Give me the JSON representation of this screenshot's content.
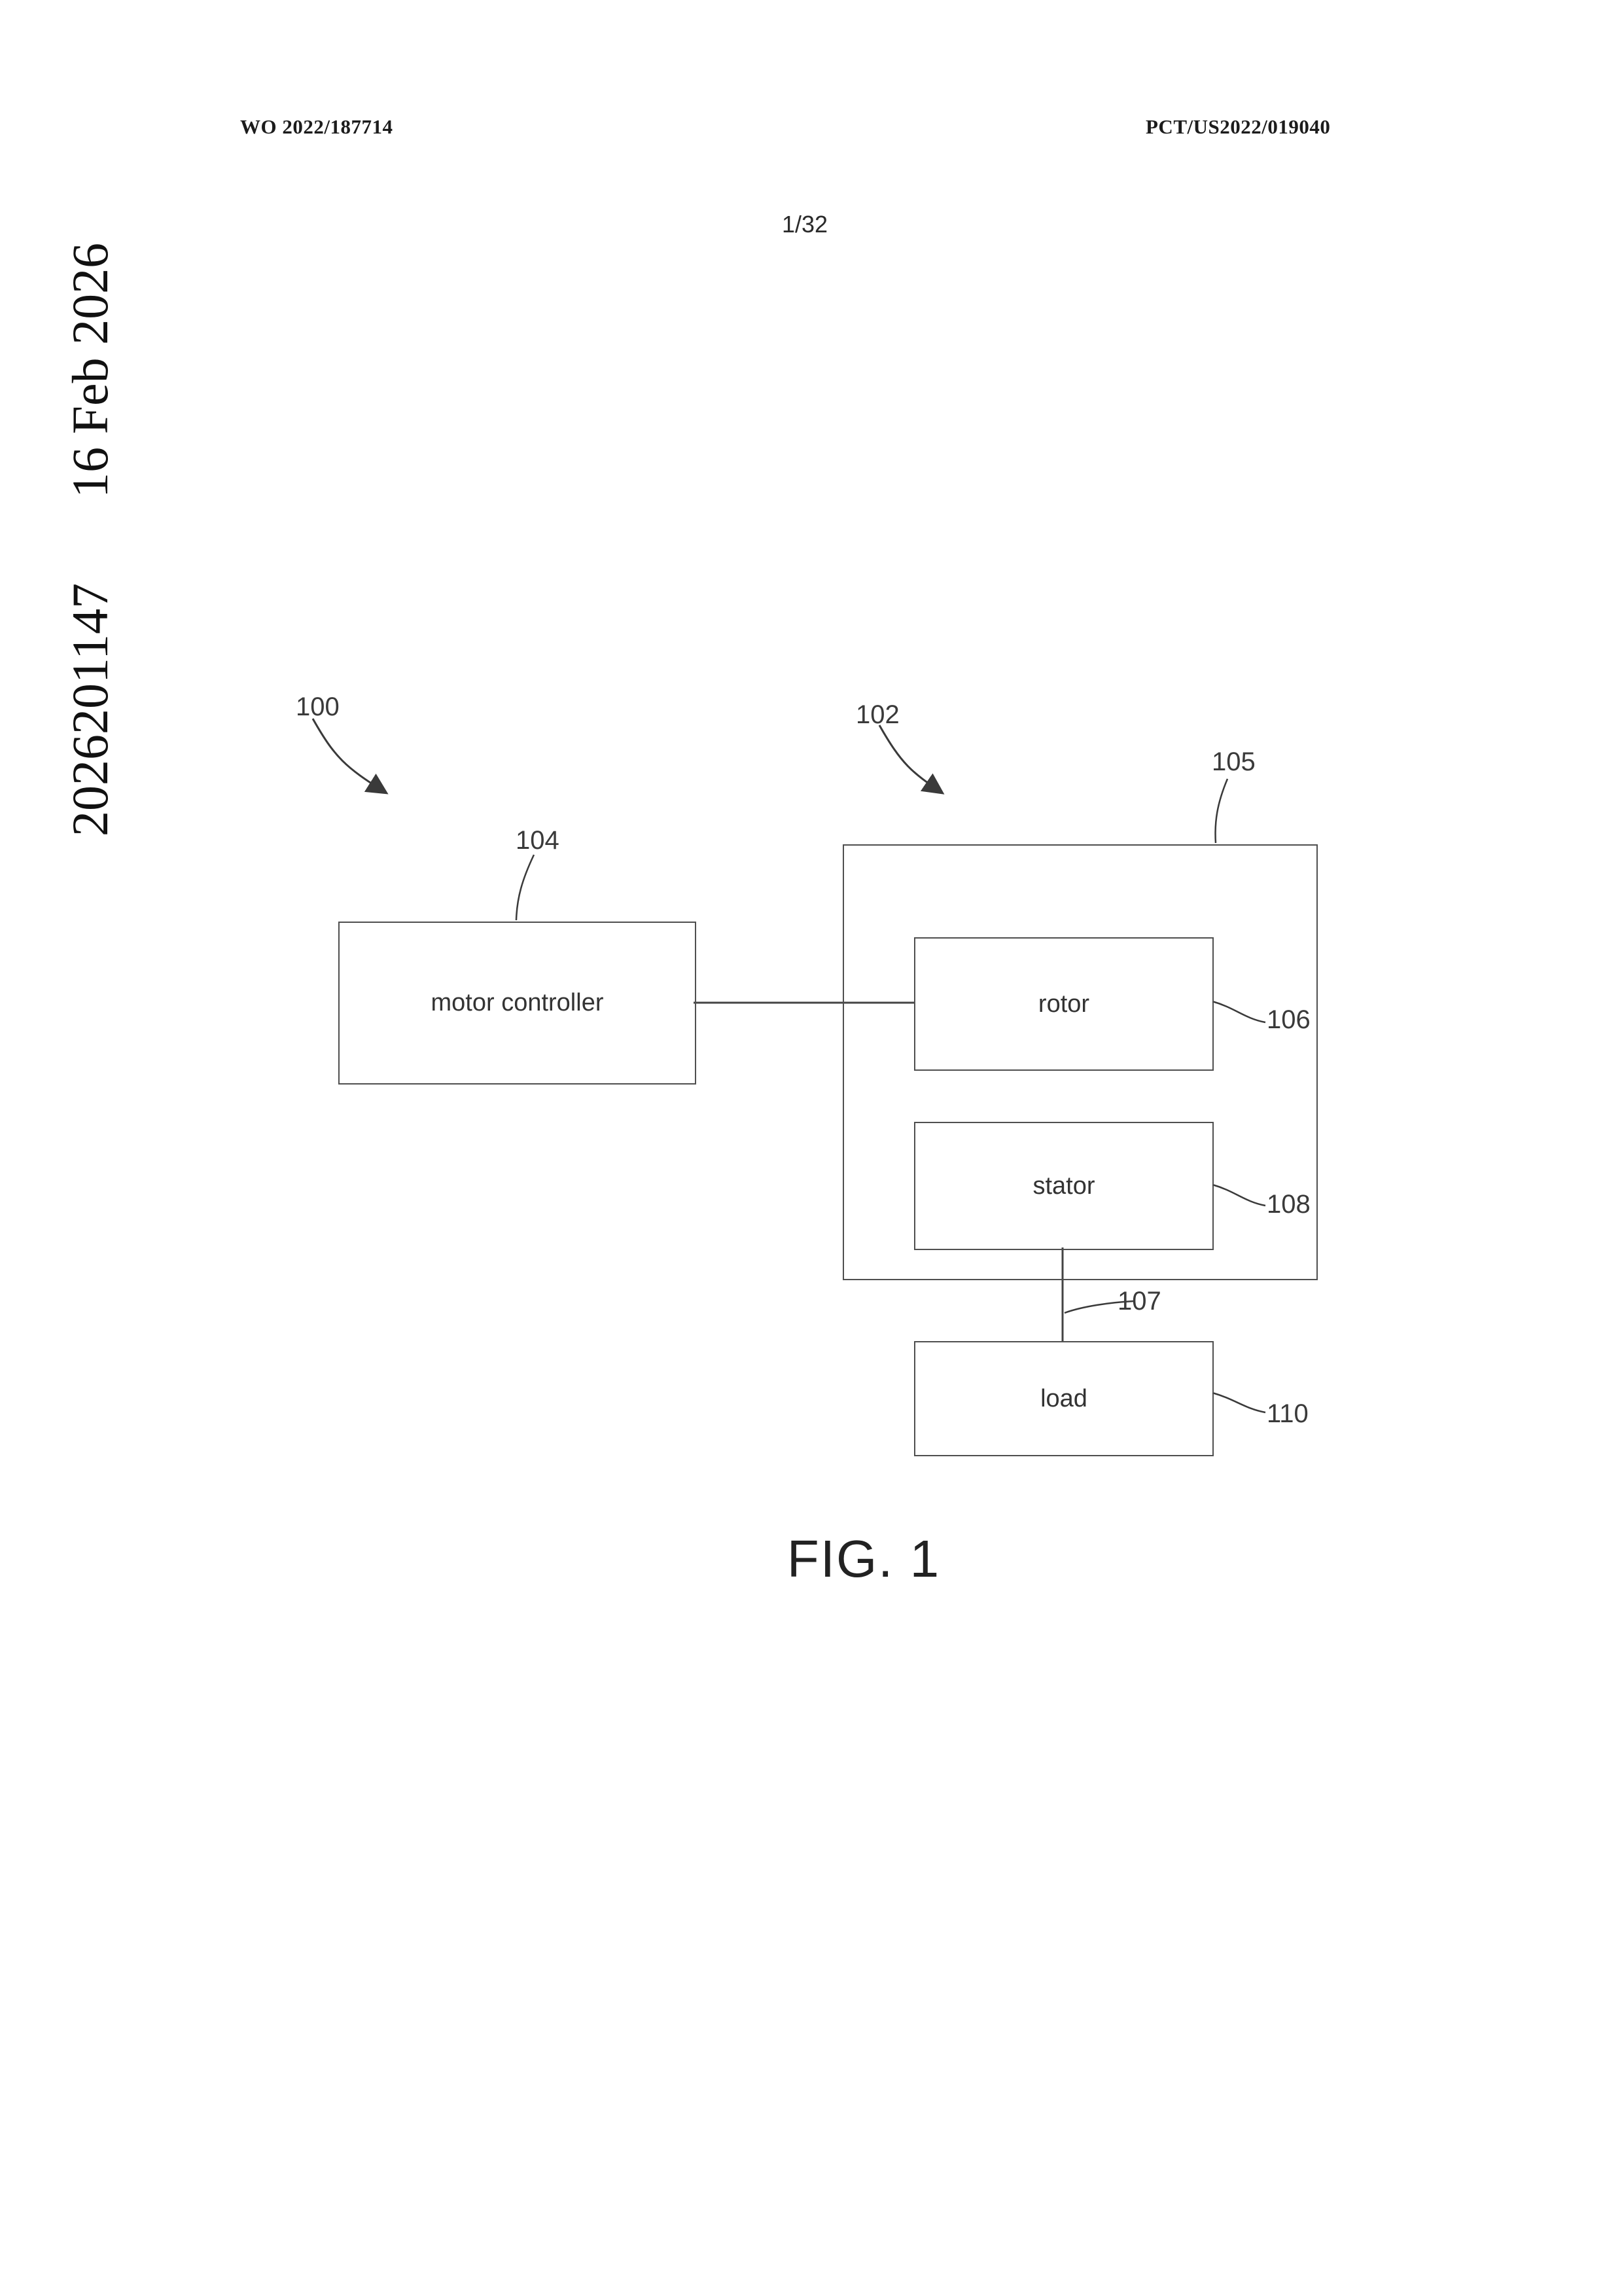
{
  "header": {
    "publication_number": "WO 2022/187714",
    "application_number": "PCT/US2022/019040",
    "sheet_number": "1/32"
  },
  "sidebar": {
    "number": "2026201147",
    "date": "16 Feb 2026"
  },
  "diagram": {
    "blocks": {
      "motor_controller": "motor controller",
      "rotor": "rotor",
      "stator": "stator",
      "load": "load"
    },
    "refs": {
      "r100": "100",
      "r102": "102",
      "r104": "104",
      "r105": "105",
      "r106": "106",
      "r107": "107",
      "r108": "108",
      "r110": "110"
    }
  },
  "figure": {
    "caption": "FIG. 1"
  },
  "colors": {
    "line": "#444444",
    "box_border": "#4f4f4f"
  }
}
